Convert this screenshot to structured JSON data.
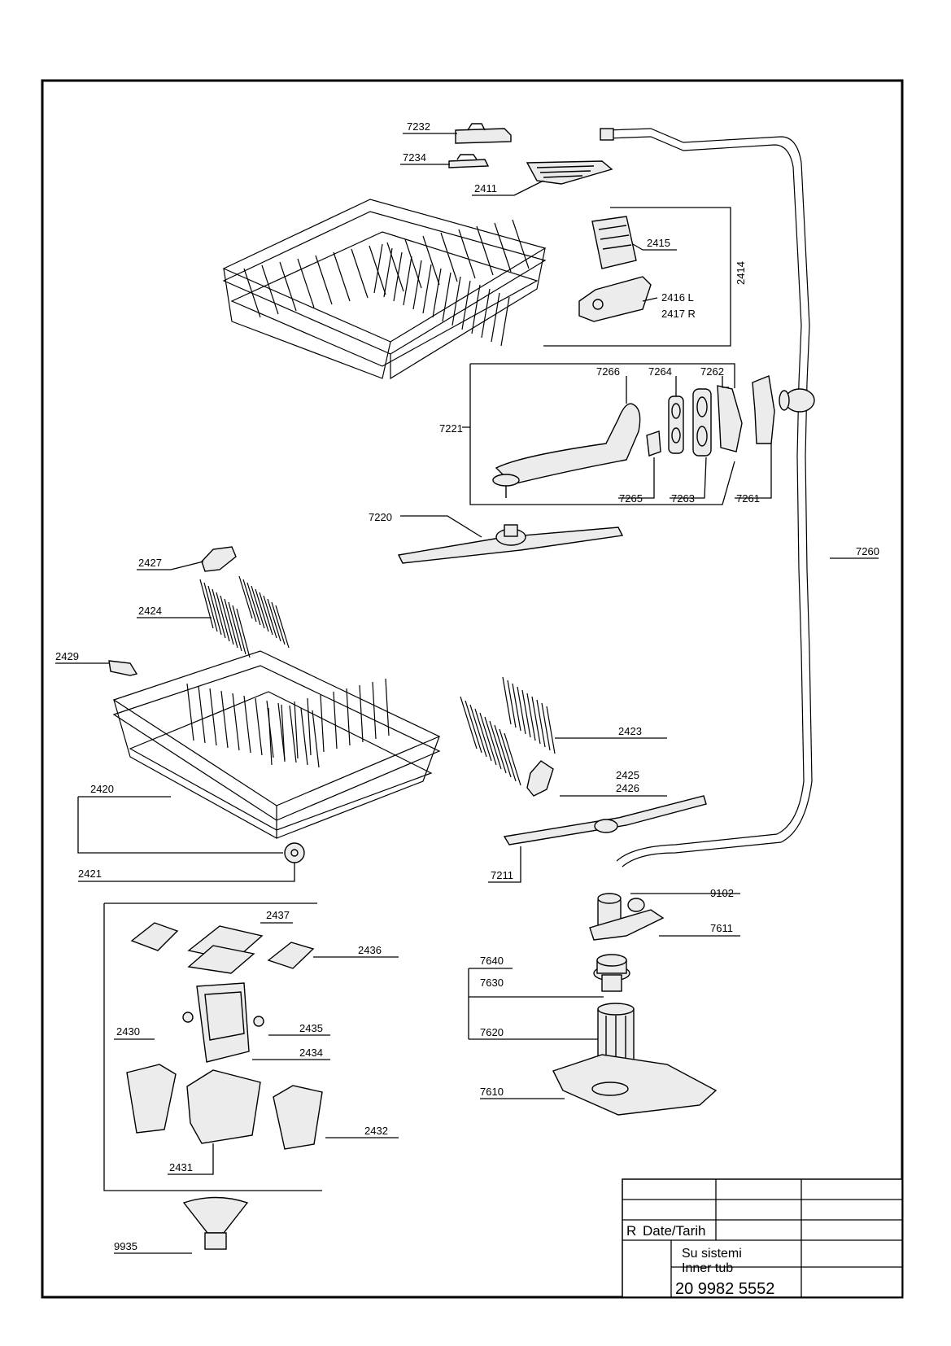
{
  "labels": {
    "p7232": "7232",
    "p7234": "7234",
    "p2411": "2411",
    "p2414": "2414",
    "p2415": "2415",
    "p2416": "2416 L",
    "p2417": "2417 R",
    "p7266": "7266",
    "p7264": "7264",
    "p7262": "7262",
    "p7221": "7221",
    "p7265": "7265",
    "p7263": "7263",
    "p7261": "7261",
    "p7220": "7220",
    "p7260": "7260",
    "p2427": "2427",
    "p2424": "2424",
    "p2429": "2429",
    "p2423": "2423",
    "p2425": "2425",
    "p2426": "2426",
    "p2420": "2420",
    "p2421": "2421",
    "p7211": "7211",
    "p9102": "9102",
    "p7611": "7611",
    "p2437": "2437",
    "p2436": "2436",
    "p7640": "7640",
    "p7630": "7630",
    "p2430": "2430",
    "p2435": "2435",
    "p2434": "2434",
    "p7620": "7620",
    "p7610": "7610",
    "p2432": "2432",
    "p2431": "2431",
    "p9935": "9935"
  },
  "title_block": {
    "revision_label": "R",
    "date_label": "Date/Tarih",
    "title_tr": "Su sistemi",
    "title_en": "Inner tub",
    "drawing_number": "20 9982 5552"
  }
}
